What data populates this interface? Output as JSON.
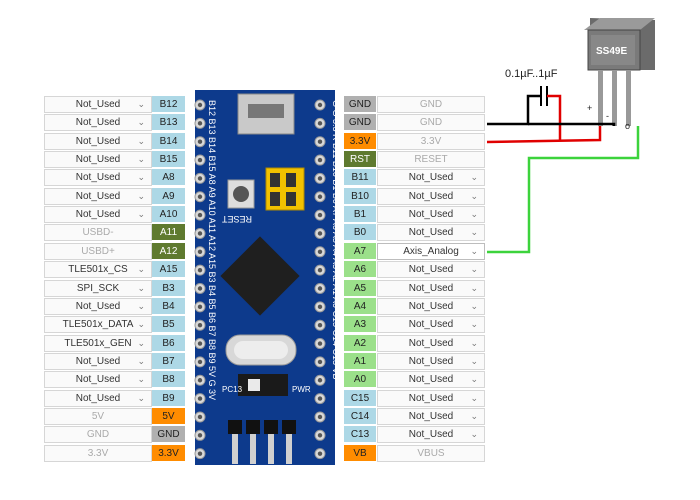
{
  "colors": {
    "pin_blue": "#add8e6",
    "pin_orange": "#ff8c00",
    "pin_gray": "#b0b0b0",
    "pin_green": "#9be08a",
    "pin_dark": "#5f7a2f",
    "board": "#0d3a8c",
    "wire_red": "#e00000",
    "wire_green": "#3cd33c"
  },
  "left_rows": [
    {
      "label": "Not_Used",
      "type": "select",
      "pin": "B12",
      "pin_color": "blue"
    },
    {
      "label": "Not_Used",
      "type": "select",
      "pin": "B13",
      "pin_color": "blue"
    },
    {
      "label": "Not_Used",
      "type": "select",
      "pin": "B14",
      "pin_color": "blue"
    },
    {
      "label": "Not_Used",
      "type": "select",
      "pin": "B15",
      "pin_color": "blue"
    },
    {
      "label": "Not_Used",
      "type": "select",
      "pin": "A8",
      "pin_color": "blue"
    },
    {
      "label": "Not_Used",
      "type": "select",
      "pin": "A9",
      "pin_color": "blue"
    },
    {
      "label": "Not_Used",
      "type": "select",
      "pin": "A10",
      "pin_color": "blue"
    },
    {
      "label": "USBD-",
      "type": "static",
      "pin": "A11",
      "pin_color": "dark"
    },
    {
      "label": "USBD+",
      "type": "static",
      "pin": "A12",
      "pin_color": "dark"
    },
    {
      "label": "TLE501x_CS",
      "type": "select",
      "pin": "A15",
      "pin_color": "blue"
    },
    {
      "label": "SPI_SCK",
      "type": "select",
      "pin": "B3",
      "pin_color": "blue"
    },
    {
      "label": "Not_Used",
      "type": "select",
      "pin": "B4",
      "pin_color": "blue"
    },
    {
      "label": "TLE501x_DATA",
      "type": "select",
      "pin": "B5",
      "pin_color": "blue"
    },
    {
      "label": "TLE501x_GEN",
      "type": "select",
      "pin": "B6",
      "pin_color": "blue"
    },
    {
      "label": "Not_Used",
      "type": "select",
      "pin": "B7",
      "pin_color": "blue"
    },
    {
      "label": "Not_Used",
      "type": "select",
      "pin": "B8",
      "pin_color": "blue"
    },
    {
      "label": "Not_Used",
      "type": "select",
      "pin": "B9",
      "pin_color": "blue"
    },
    {
      "label": "5V",
      "type": "static",
      "pin": "5V",
      "pin_color": "orange"
    },
    {
      "label": "GND",
      "type": "static",
      "pin": "GND",
      "pin_color": "gray"
    },
    {
      "label": "3.3V",
      "type": "static",
      "pin": "3.3V",
      "pin_color": "orange"
    }
  ],
  "right_rows": [
    {
      "pin": "GND",
      "pin_color": "gray",
      "label": "GND",
      "type": "static"
    },
    {
      "pin": "GND",
      "pin_color": "gray",
      "label": "GND",
      "type": "static"
    },
    {
      "pin": "3.3V",
      "pin_color": "orange",
      "label": "3.3V",
      "type": "static"
    },
    {
      "pin": "RST",
      "pin_color": "dark",
      "label": "RESET",
      "type": "static"
    },
    {
      "pin": "B11",
      "pin_color": "blue",
      "label": "Not_Used",
      "type": "select"
    },
    {
      "pin": "B10",
      "pin_color": "blue",
      "label": "Not_Used",
      "type": "select"
    },
    {
      "pin": "B1",
      "pin_color": "blue",
      "label": "Not_Used",
      "type": "select"
    },
    {
      "pin": "B0",
      "pin_color": "blue",
      "label": "Not_Used",
      "type": "select"
    },
    {
      "pin": "A7",
      "pin_color": "green",
      "label": "Axis_Analog",
      "type": "select",
      "active": true
    },
    {
      "pin": "A6",
      "pin_color": "green",
      "label": "Not_Used",
      "type": "select"
    },
    {
      "pin": "A5",
      "pin_color": "green",
      "label": "Not_Used",
      "type": "select"
    },
    {
      "pin": "A4",
      "pin_color": "green",
      "label": "Not_Used",
      "type": "select"
    },
    {
      "pin": "A3",
      "pin_color": "green",
      "label": "Not_Used",
      "type": "select"
    },
    {
      "pin": "A2",
      "pin_color": "green",
      "label": "Not_Used",
      "type": "select"
    },
    {
      "pin": "A1",
      "pin_color": "green",
      "label": "Not_Used",
      "type": "select"
    },
    {
      "pin": "A0",
      "pin_color": "green",
      "label": "Not_Used",
      "type": "select"
    },
    {
      "pin": "C15",
      "pin_color": "blue",
      "label": "Not_Used",
      "type": "select"
    },
    {
      "pin": "C14",
      "pin_color": "blue",
      "label": "Not_Used",
      "type": "select"
    },
    {
      "pin": "C13",
      "pin_color": "blue",
      "label": "Not_Used",
      "type": "select"
    },
    {
      "pin": "VB",
      "pin_color": "orange",
      "label": "VBUS",
      "type": "static"
    }
  ],
  "board_labels": {
    "reset": "RESET",
    "pc13": "PC13",
    "pwr": "PWR",
    "left_silk": "B12 B13 B14 B15 A8 A9 A10 A11 A12 A15 B3 B4 B5 B6 B7 B8 B9 5V G 3V",
    "right_silk": "G G 3.3 R B11 B10 B1 B0 A7 A6 A5 A4 A3 A2 A1 A0 C15 C14 C13 VB"
  },
  "sensor": {
    "name": "SS49E",
    "plus": "+",
    "minus": "-",
    "out": "o"
  },
  "capacitor_label": "0.1µF..1µF"
}
